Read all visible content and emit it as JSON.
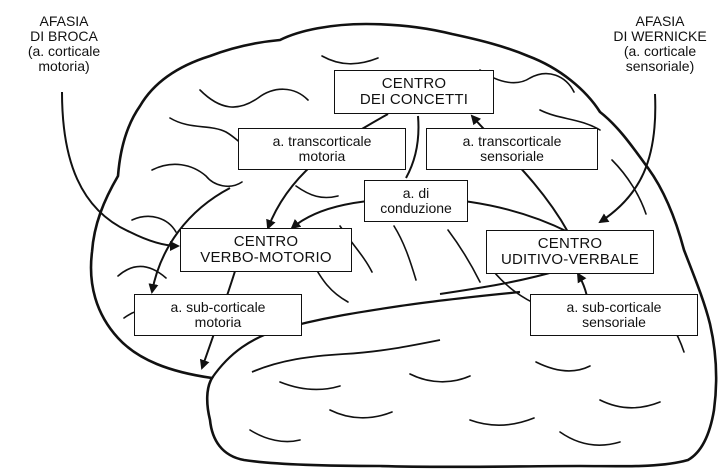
{
  "corner_left": {
    "lines": [
      "AFASIA",
      "DI BROCA",
      "(a. corticale",
      "motoria)"
    ]
  },
  "corner_right": {
    "lines": [
      "AFASIA",
      "DI WERNICKE",
      "(a. corticale",
      "sensoriale)"
    ]
  },
  "centro_concetti": {
    "lines": [
      "CENTRO",
      "DEI CONCETTI"
    ]
  },
  "transcorticale_motoria": {
    "lines": [
      "a. transcorticale",
      "motoria"
    ]
  },
  "transcorticale_sensoriale": {
    "lines": [
      "a. transcorticale",
      "sensoriale"
    ]
  },
  "conduzione": {
    "lines": [
      "a. di",
      "conduzione"
    ]
  },
  "centro_verbo_motorio": {
    "lines": [
      "CENTRO",
      "VERBO-MOTORIO"
    ]
  },
  "centro_uditivo_verbale": {
    "lines": [
      "CENTRO",
      "UDITIVO-VERBALE"
    ]
  },
  "subcorticale_motoria": {
    "lines": [
      "a. sub-corticale",
      "motoria"
    ]
  },
  "subcorticale_sensoriale": {
    "lines": [
      "a. sub-corticale",
      "sensoriale"
    ]
  },
  "colors": {
    "ink": "#111111",
    "paper": "#ffffff"
  }
}
